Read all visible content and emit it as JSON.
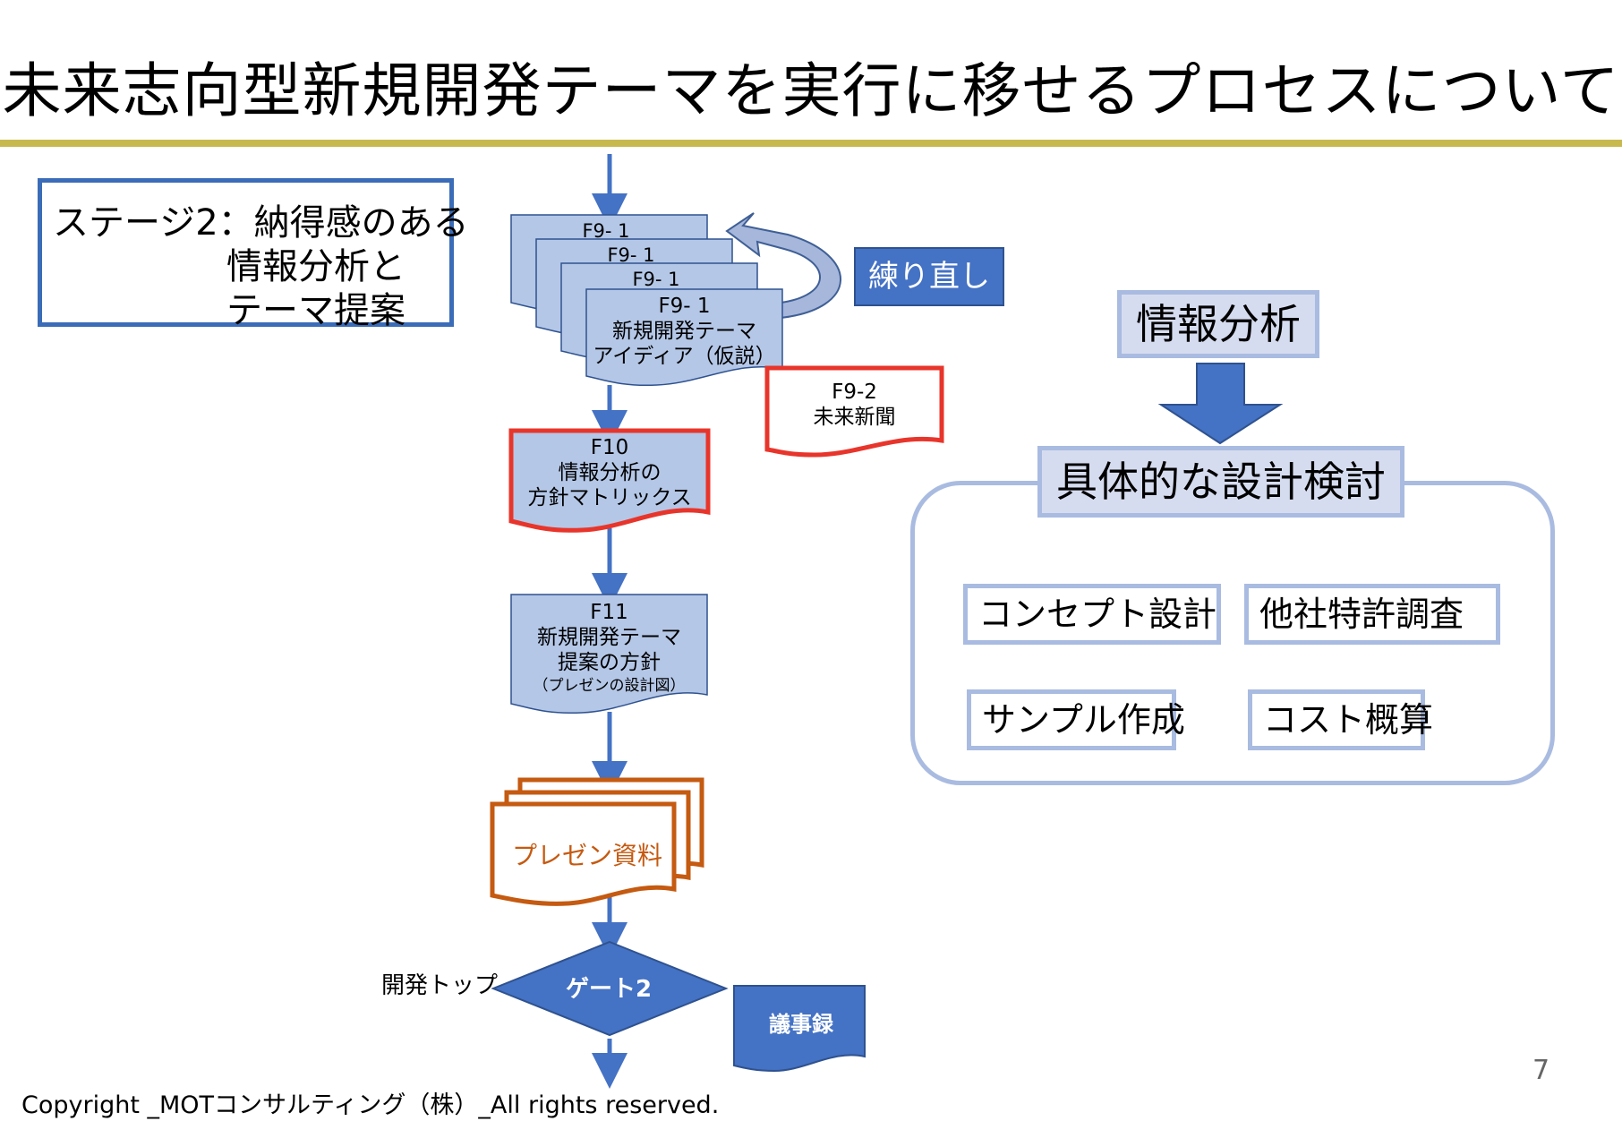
{
  "title": "未来志向型新規開発テーマを実行に移せるプロセスについて",
  "stage": {
    "line1": "ステージ2：納得感のある",
    "line2": "情報分析と",
    "line3": "テーマ提案"
  },
  "f9_1": {
    "code": "F9- 1",
    "line1": "新規開発テーマ",
    "line2": "アイディア（仮説）"
  },
  "rework_label": "練り直し",
  "f9_2": {
    "code": "F9-2",
    "line1": "未来新聞"
  },
  "f10": {
    "code": "F10",
    "line1": "情報分析の",
    "line2": "方針マトリックス"
  },
  "f11": {
    "code": "F11",
    "line1": "新規開発テーマ",
    "line2": "提案の方針",
    "line3": "（プレゼンの設計図）"
  },
  "presentation_label": "プレゼン資料",
  "gate": {
    "side_label": "開発トップ",
    "label": "ゲート2"
  },
  "minutes_label": "議事録",
  "right": {
    "info_analysis": "情報分析",
    "concrete_design": "具体的な設計検討",
    "items": [
      "コンセプト設計",
      "他社特許調査",
      "サンプル作成",
      "コスト概算"
    ]
  },
  "colors": {
    "accent_gold": "#c8b94e",
    "flow_blue": "#4472c4",
    "doc_fill": "#b4c7e7",
    "highlight_red": "#e8352b",
    "presentation_orange": "#c55a11",
    "panel_border": "#a9bbe0"
  },
  "page_number": "7",
  "copyright": "Copyright _MOTコンサルティング（株）_All rights reserved."
}
